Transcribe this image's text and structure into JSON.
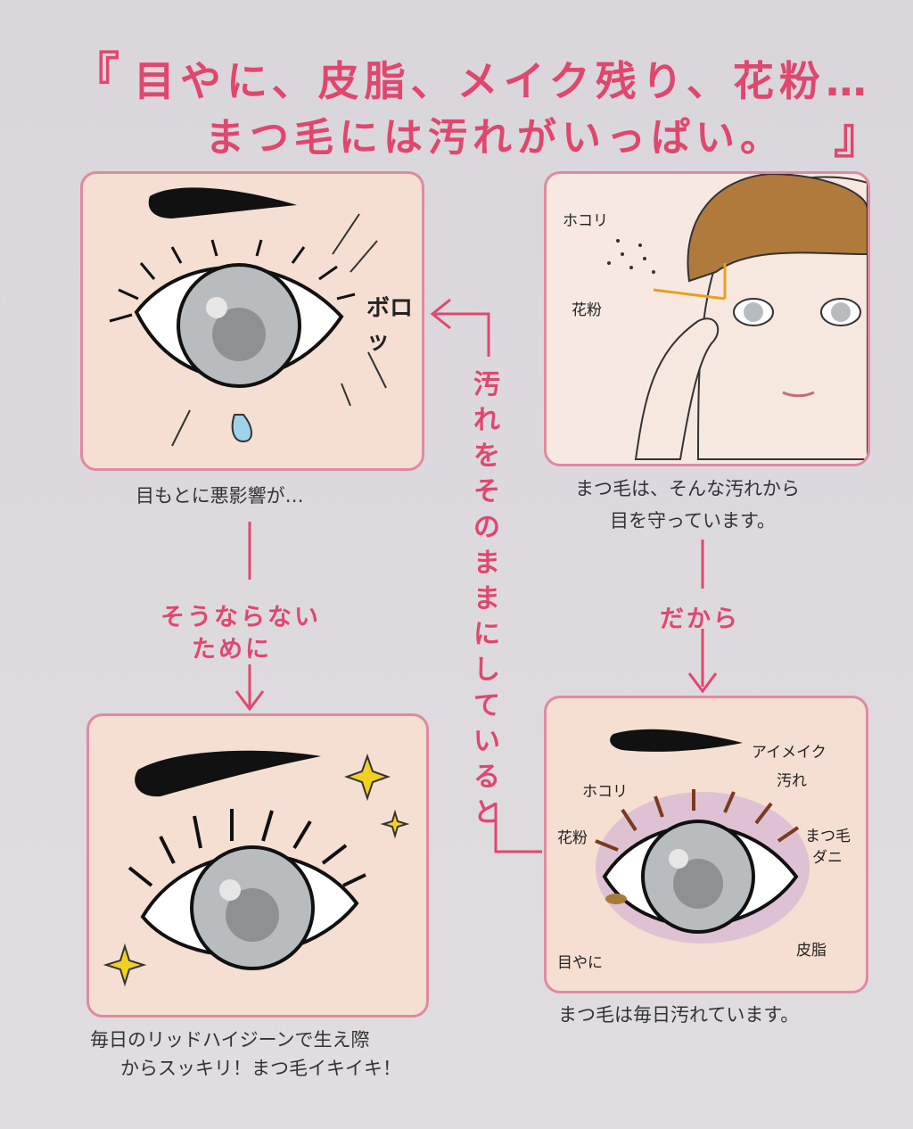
{
  "title": {
    "open_bracket": "『",
    "line1": "目やに、皮脂、メイク残り、花粉…",
    "line2": "まつ毛には汚れがいっぱい。",
    "close_bracket": "』"
  },
  "panels": {
    "top_left": {
      "sound": "ボロッ",
      "caption": "目もとに悪影響が…"
    },
    "top_right": {
      "labels": {
        "dust": "ホコリ",
        "pollen": "花粉"
      },
      "caption_line1": "まつ毛は、そんな汚れから",
      "caption_line2": "目を守っています。"
    },
    "bottom_right": {
      "labels": {
        "dust": "ホコリ",
        "pollen": "花粉",
        "eye_makeup": "アイメイク",
        "dirt": "汚れ",
        "mite_1": "まつ毛",
        "mite_2": "ダニ",
        "eye_mucus": "目やに",
        "sebum": "皮脂"
      },
      "caption": "まつ毛は毎日汚れています。"
    },
    "bottom_left": {
      "caption_line1": "毎日のリッドハイジーンで生え際",
      "caption_line2": "からスッキリ！まつ毛イキイキ！"
    }
  },
  "connectors": {
    "left_line1": "そうならない",
    "left_line2": "ために",
    "right": "だから",
    "middle_vertical": [
      "汚",
      "れ",
      "を",
      "そ",
      "の",
      "ま",
      "ま",
      "に",
      "し",
      "て",
      "い",
      "る",
      "と"
    ]
  },
  "colors": {
    "accent": "#e0476e",
    "panel_bg": "#f4dfd2",
    "panel_border": "#e08aa0"
  }
}
